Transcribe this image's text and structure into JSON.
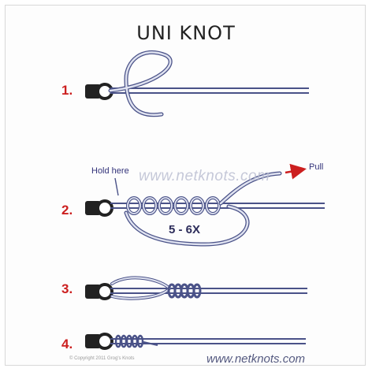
{
  "title": "UNI KNOT",
  "steps": [
    {
      "number": "1."
    },
    {
      "number": "2."
    },
    {
      "number": "3."
    },
    {
      "number": "4."
    }
  ],
  "annotations": {
    "hold_here": "Hold here",
    "pull": "Pull",
    "wraps": "5 - 6X"
  },
  "watermark": "www.netknots.com",
  "footer": {
    "url": "www.netknots.com",
    "copyright": "© Copyright 2011 Grog's Knots"
  },
  "colors": {
    "line": "#4a5288",
    "line_fill": "#dfe2f0",
    "eye": "#222222",
    "number": "#cc1f1f",
    "arrow": "#cc1f1f"
  }
}
